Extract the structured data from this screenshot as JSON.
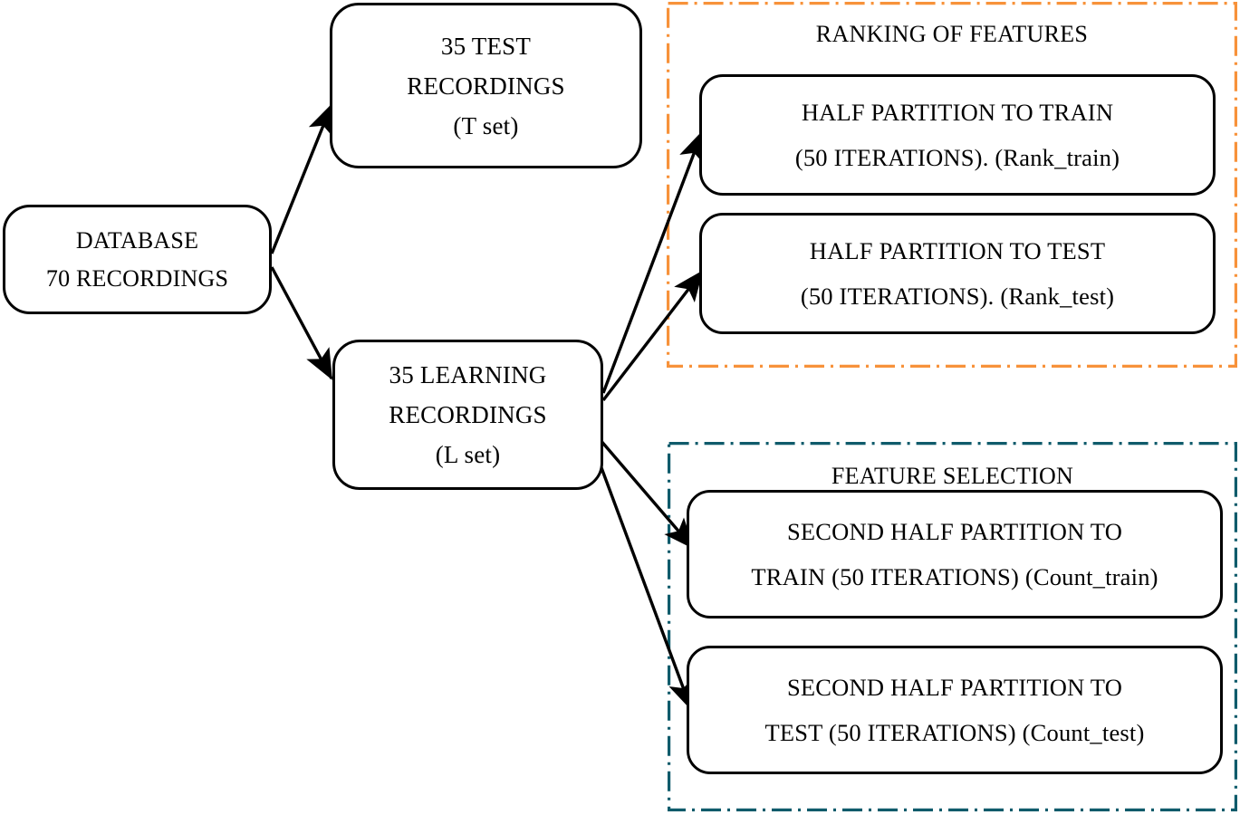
{
  "figure": {
    "type": "flowchart",
    "description": "Experimental methodology flowchart splitting a recordings database into test and learning sets, feeding two analysis stages."
  },
  "colors": {
    "node_border": "#000000",
    "node_fill": "#ffffff",
    "text": "#000000",
    "ranking_panel_border": "#F7923A",
    "feature_selection_panel_border": "#0F5B6B",
    "arrow": "#000000"
  },
  "nodes": {
    "database": {
      "name": "database",
      "lines": [
        "DATABASE",
        "70 RECORDINGS"
      ]
    },
    "test_set": {
      "name": "test-recordings",
      "lines": [
        "35 TEST",
        "RECORDINGS",
        "(T set)"
      ]
    },
    "learning_set": {
      "name": "learning-recordings",
      "lines": [
        "35 LEARNING",
        "RECORDINGS",
        "(L set)"
      ]
    },
    "rank_train": {
      "name": "rank-train",
      "lines": [
        "HALF PARTITION TO TRAIN",
        "(50 ITERATIONS). (Rank_train)"
      ]
    },
    "rank_test": {
      "name": "rank-test",
      "lines": [
        "HALF PARTITION TO TEST",
        "(50 ITERATIONS). (Rank_test)"
      ]
    },
    "count_train": {
      "name": "count-train",
      "lines": [
        "SECOND HALF PARTITION TO",
        "TRAIN (50 ITERATIONS) (Count_train)"
      ]
    },
    "count_test": {
      "name": "count-test",
      "lines": [
        "SECOND HALF PARTITION TO",
        "TEST (50 ITERATIONS) (Count_test)"
      ]
    }
  },
  "panels": {
    "ranking": {
      "title": "RANKING OF FEATURES",
      "border_style": "dash-dot",
      "border_color": "#F7923A"
    },
    "feature_selection": {
      "title": "FEATURE SELECTION",
      "border_style": "dash-dot",
      "border_color": "#0F5B6B"
    }
  },
  "connections": [
    {
      "name": "database-to-test-set",
      "from": "database",
      "to": "test_set"
    },
    {
      "name": "database-to-learning-set",
      "from": "database",
      "to": "learning_set"
    },
    {
      "name": "learning-set-to-rank-train",
      "from": "learning_set",
      "to": "rank_train"
    },
    {
      "name": "learning-set-to-rank-test",
      "from": "learning_set",
      "to": "rank_test"
    },
    {
      "name": "learning-set-to-count-train",
      "from": "learning_set",
      "to": "count_train"
    },
    {
      "name": "learning-set-to-count-test",
      "from": "learning_set",
      "to": "count_test"
    }
  ]
}
